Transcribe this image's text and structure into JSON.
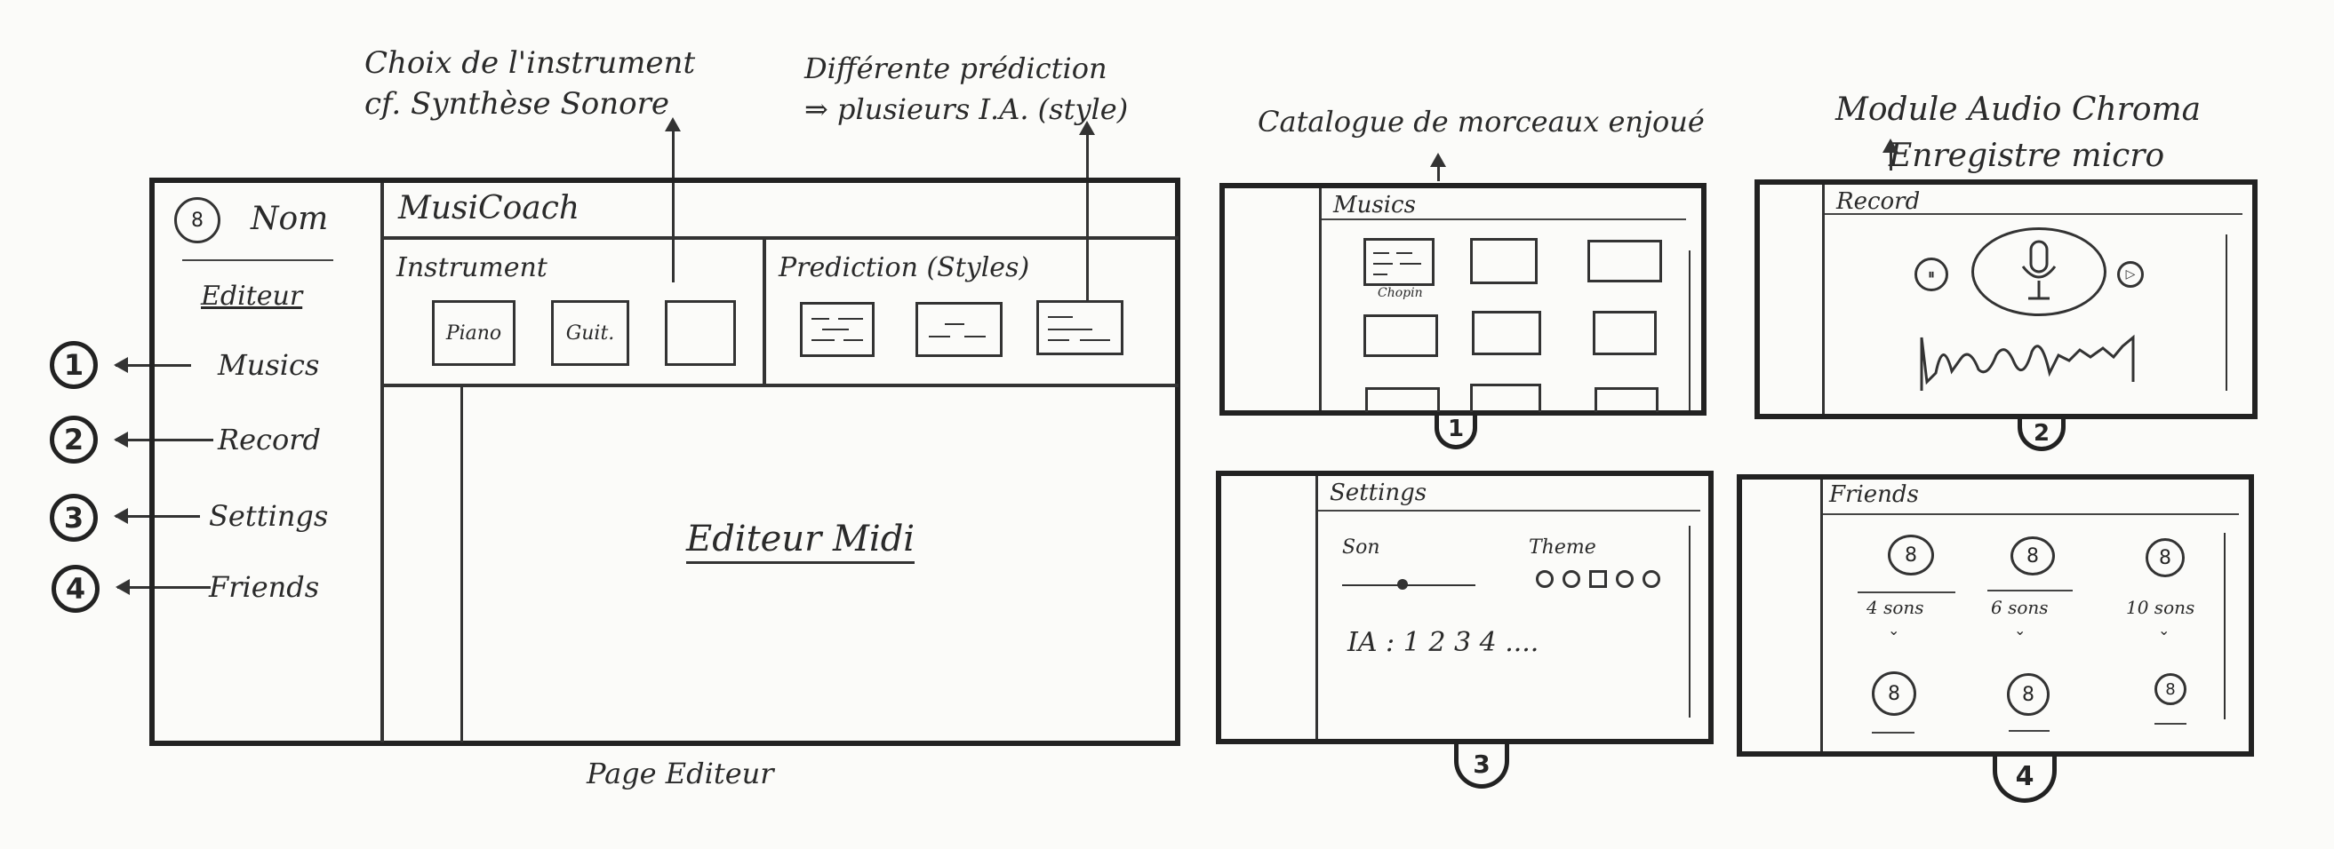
{
  "annotations": {
    "instrument_note_line1": "Choix de l'instrument",
    "instrument_note_line2": "cf. Synthèse Sonore",
    "prediction_note_line1": "Différente prédiction",
    "prediction_note_line2": "⇒ plusieurs I.A. (style)",
    "catalogue_note": "Catalogue de morceaux enjoué",
    "audio_note_line1": "Module Audio Chroma",
    "audio_note_line2": "Enregistre micro",
    "page_caption": "Page Editeur"
  },
  "editor_page": {
    "user_name": "Nom",
    "avatar_glyph": "8",
    "section_heading": "Editeur",
    "app_title": "MusiCoach",
    "instrument_label": "Instrument",
    "instruments": [
      "Piano",
      "Guit.",
      ""
    ],
    "prediction_label": "Prediction (Styles)",
    "midi_editor_label": "Editeur Midi"
  },
  "nav_items": [
    {
      "number": "1",
      "label": "Musics"
    },
    {
      "number": "2",
      "label": "Record"
    },
    {
      "number": "3",
      "label": "Settings"
    },
    {
      "number": "4",
      "label": "Friends"
    }
  ],
  "musics_panel": {
    "number": "1",
    "title": "Musics",
    "first_card_caption": "Chopin"
  },
  "record_panel": {
    "number": "2",
    "title": "Record",
    "left_control": "⏸",
    "right_control": "▷",
    "mic_icon": "microphone-icon"
  },
  "settings_panel": {
    "number": "3",
    "title": "Settings",
    "son_label": "Son",
    "theme_label": "Theme",
    "ia_label": "IA : 1 2 3 4 ....",
    "slider_level": 0.45
  },
  "friends_panel": {
    "number": "4",
    "title": "Friends",
    "friends": [
      {
        "sub": "4 sons"
      },
      {
        "sub": "6 sons"
      },
      {
        "sub": "10 sons"
      },
      {
        "sub": ""
      },
      {
        "sub": ""
      },
      {
        "sub": ""
      }
    ]
  }
}
